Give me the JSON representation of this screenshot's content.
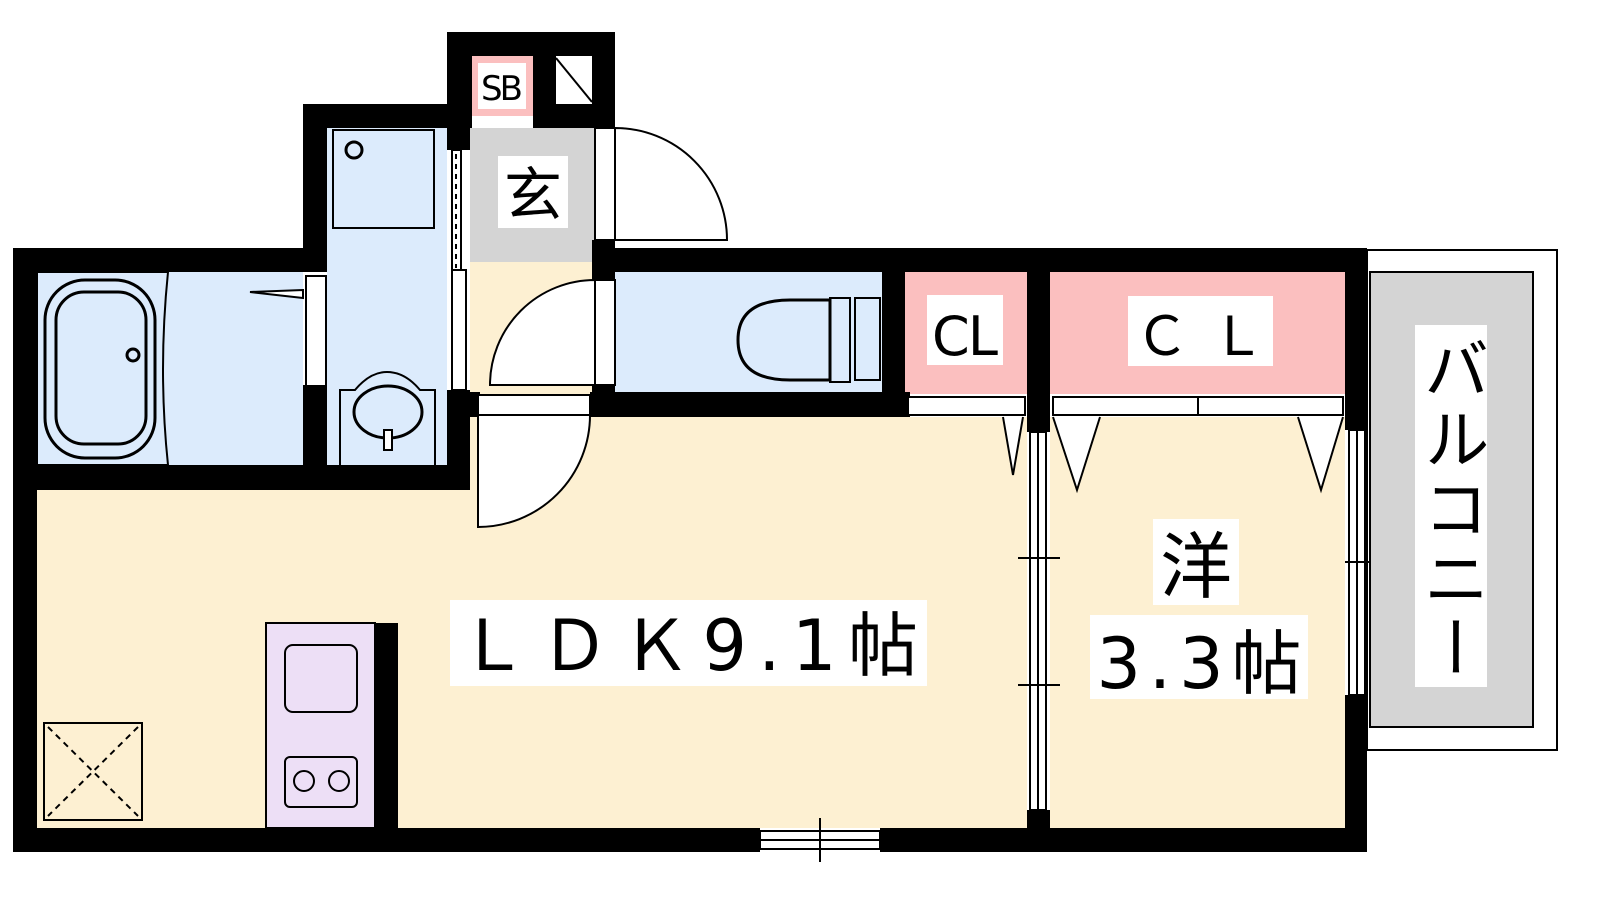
{
  "colors": {
    "wall": "#000000",
    "living": "#FDF0D2",
    "water": "#DCEBFC",
    "storage": "#FBBFBF",
    "entrance": "#D4D4D4",
    "kitchen": "#EDDFF6",
    "balcony": "#D4D4D4"
  },
  "rooms": {
    "shoe_box": "SB",
    "entrance": "玄",
    "closet_small": "CL",
    "closet_large": "ＣＬ",
    "ldk": "ＬＤＫ9.1帖",
    "western_name": "洋",
    "western_size": "3.3帖",
    "balcony": "バルコニー"
  }
}
